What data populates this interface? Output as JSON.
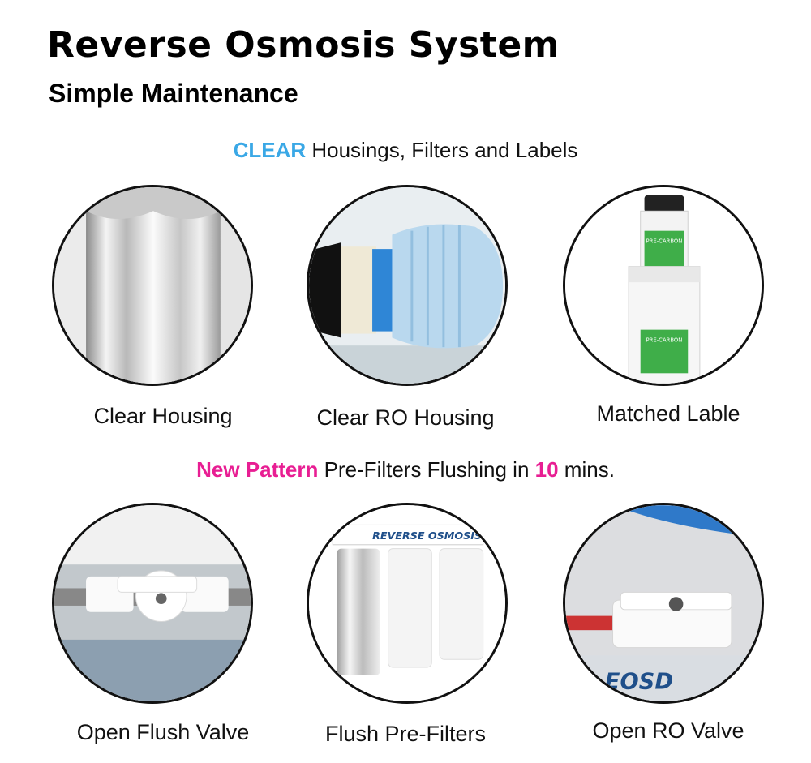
{
  "header": {
    "title": "Reverse Osmosis System",
    "subtitle": "Simple Maintenance"
  },
  "section1": {
    "highlight": "CLEAR",
    "text": " Housings, Filters and Labels",
    "highlight_color": "#3aa8e6",
    "items": [
      {
        "caption": "Clear Housing"
      },
      {
        "caption": "Clear RO Housing"
      },
      {
        "caption": "Matched Lable"
      }
    ]
  },
  "section2": {
    "highlight": "New Pattern",
    "text_a": " Pre-Filters Flushing in ",
    "number": "10",
    "text_b": " mins.",
    "highlight_color": "#e81e93",
    "items": [
      {
        "caption": "Open Flush Valve"
      },
      {
        "caption": "Flush Pre-Filters"
      },
      {
        "caption": "Open RO Valve"
      }
    ]
  },
  "labels": {
    "cartridge_label": "PRE-CARBON",
    "brand_banner": "REVERSE OSMOSIS",
    "base_lettering": "EOSD"
  }
}
